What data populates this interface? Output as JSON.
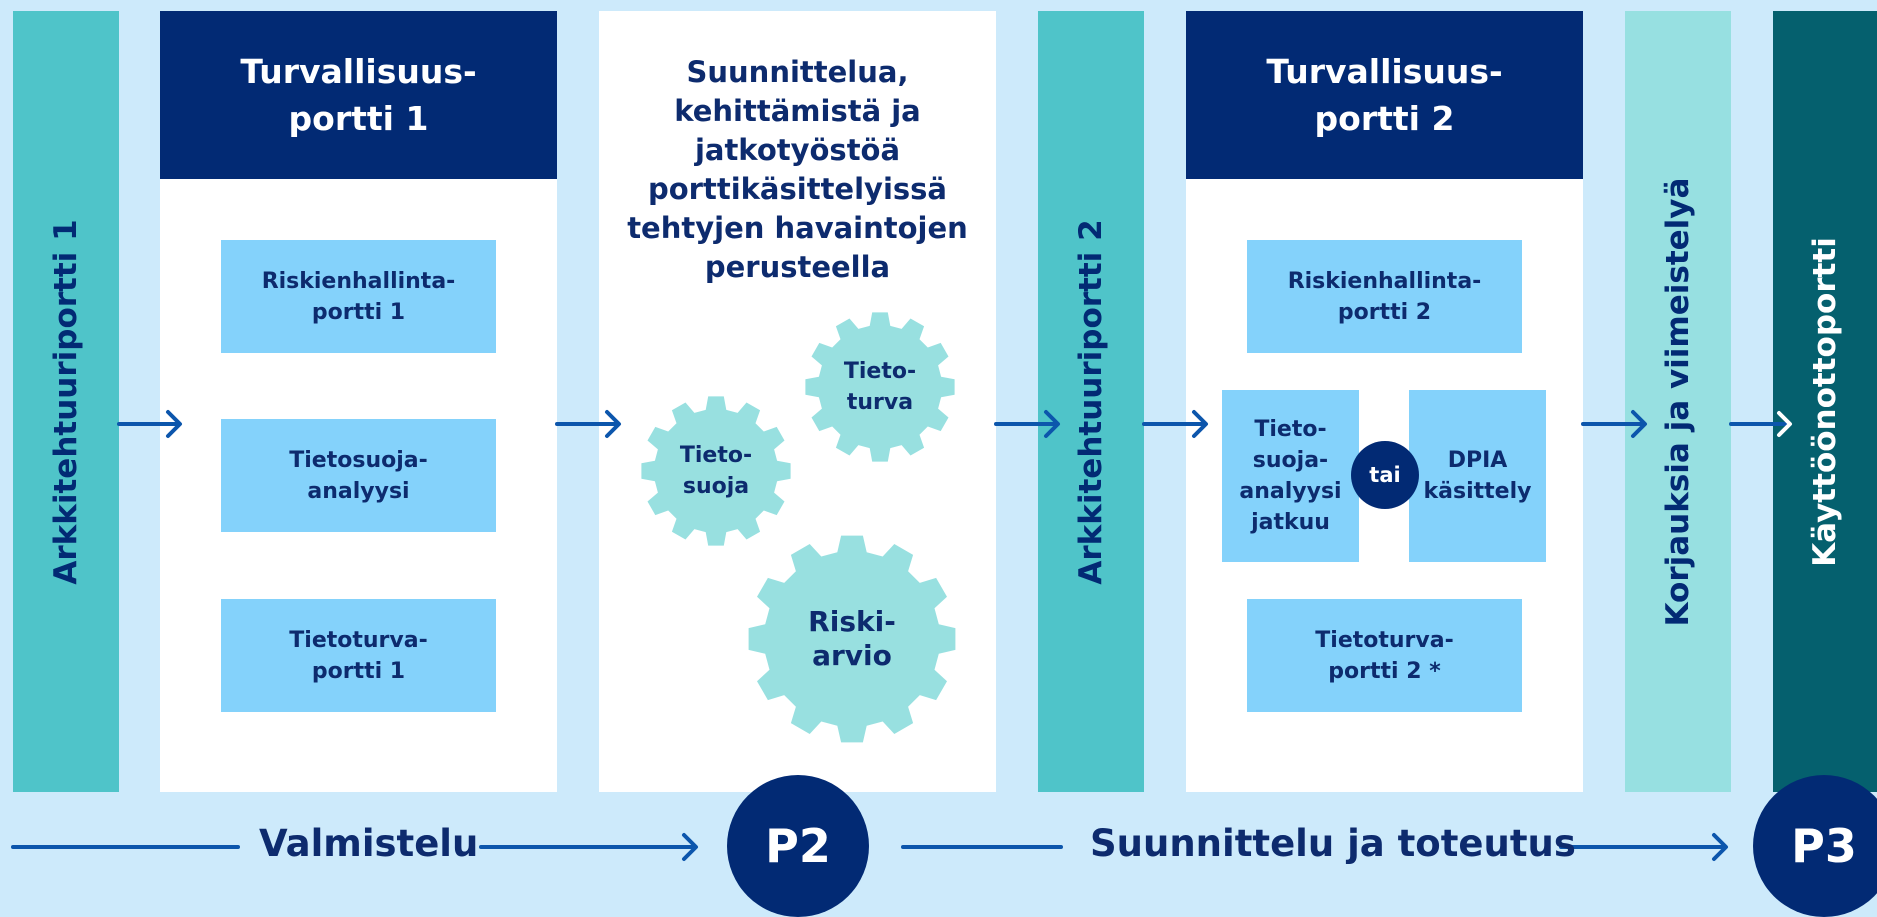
{
  "columns": {
    "arch1": "Arkkitehtuuriportti 1",
    "sec1": {
      "title": "Turvallisuus-\nportti 1",
      "boxes": [
        "Riskienhallinta-\nportti 1",
        "Tietosuoja-\nanalyysi",
        "Tietoturva-\nportti 1"
      ]
    },
    "planning": {
      "text": "Suunnittelua,\nkehittämistä ja\njatkotyöstöä\nporttikäsittelyissä\ntehtyjen havaintojen\nperusteella",
      "gears": [
        "Tieto-\nsuoja",
        "Tieto-\nturva",
        "Riski-\narvio"
      ]
    },
    "arch2": "Arkkitehtuuriportti 2",
    "sec2": {
      "title": "Turvallisuus-\nportti 2",
      "risk": "Riskienhallinta-\nportti 2",
      "privacy": "Tieto-\nsuoja-\nanalyysi\njatkuu",
      "or": "tai",
      "dpia": "DPIA\nkäsittely",
      "security": "Tietoturva-\nportti 2 *"
    },
    "fixes": "Korjauksia ja viimeistelyä",
    "deploy": "Käyttöönottoportti"
  },
  "bottom": {
    "phase1": "Valmistelu",
    "p2": "P2",
    "phase2": "Suunnittelu ja toteutus",
    "p3": "P3"
  },
  "colors": {
    "background": "#cdeafb",
    "navy": "#022a74",
    "arrow": "#0c56ac",
    "teal": "#4fc4c9",
    "box": "#84d2fb",
    "gear": "#98e0e0",
    "light_teal": "#97e0e1",
    "dark_teal": "#05606e"
  }
}
